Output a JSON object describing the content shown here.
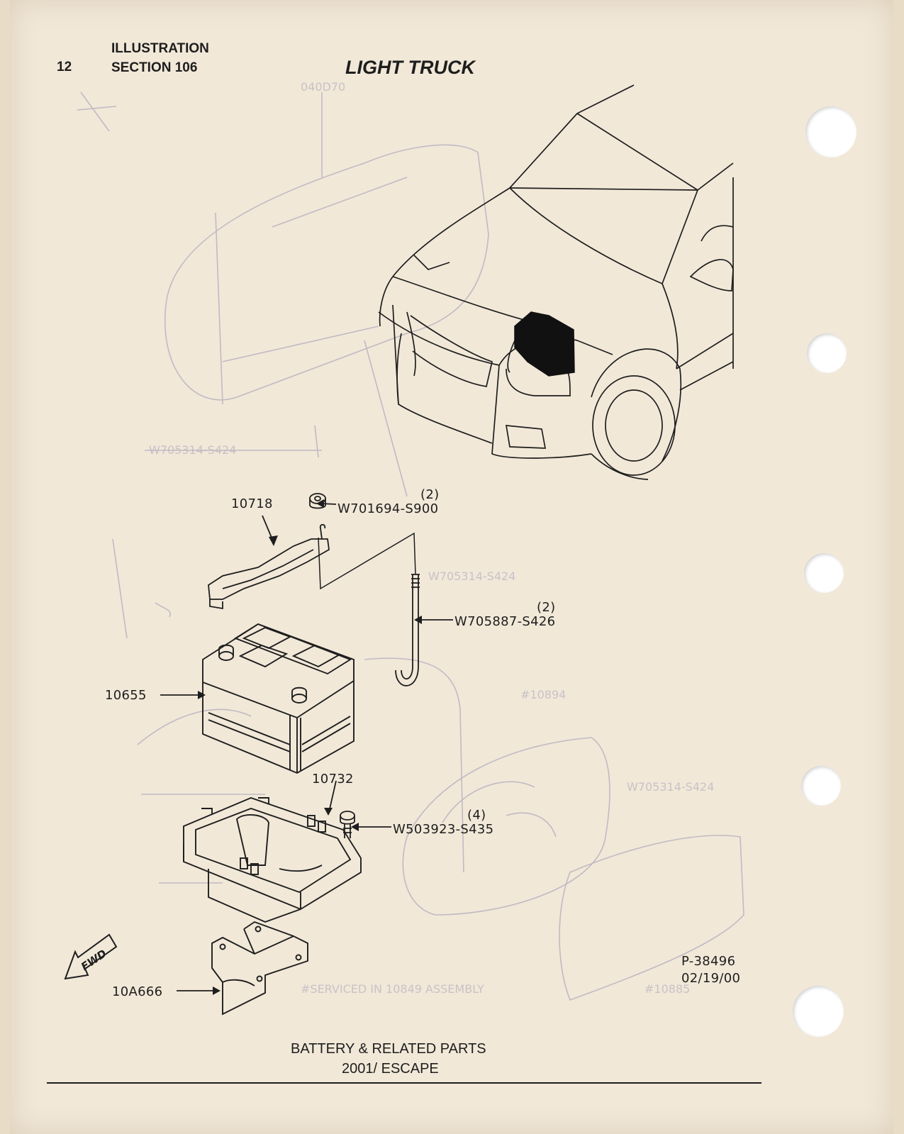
{
  "header": {
    "page_number": "12",
    "line1": "ILLUSTRATION",
    "line2": "SECTION 106",
    "title": "LIGHT TRUCK"
  },
  "callouts": {
    "hold_down_clamp": "10718",
    "nut_qty": "(2)",
    "nut": "W701694-S900",
    "rod_qty": "(2)",
    "rod": "W705887-S426",
    "battery": "10655",
    "tray": "10732",
    "bolt_qty": "(4)",
    "bolt": "W503923-S435",
    "bracket": "10A666",
    "fwd": "FWD"
  },
  "ref": {
    "code": "P-38496",
    "date": "02/19/00"
  },
  "footer": {
    "line1": "BATTERY & RELATED PARTS",
    "line2": "2001/ ESCAPE"
  },
  "colors": {
    "ink": "#1e1e1e",
    "paper": "#f1e8d8",
    "ghost": "#b9b2c0"
  }
}
